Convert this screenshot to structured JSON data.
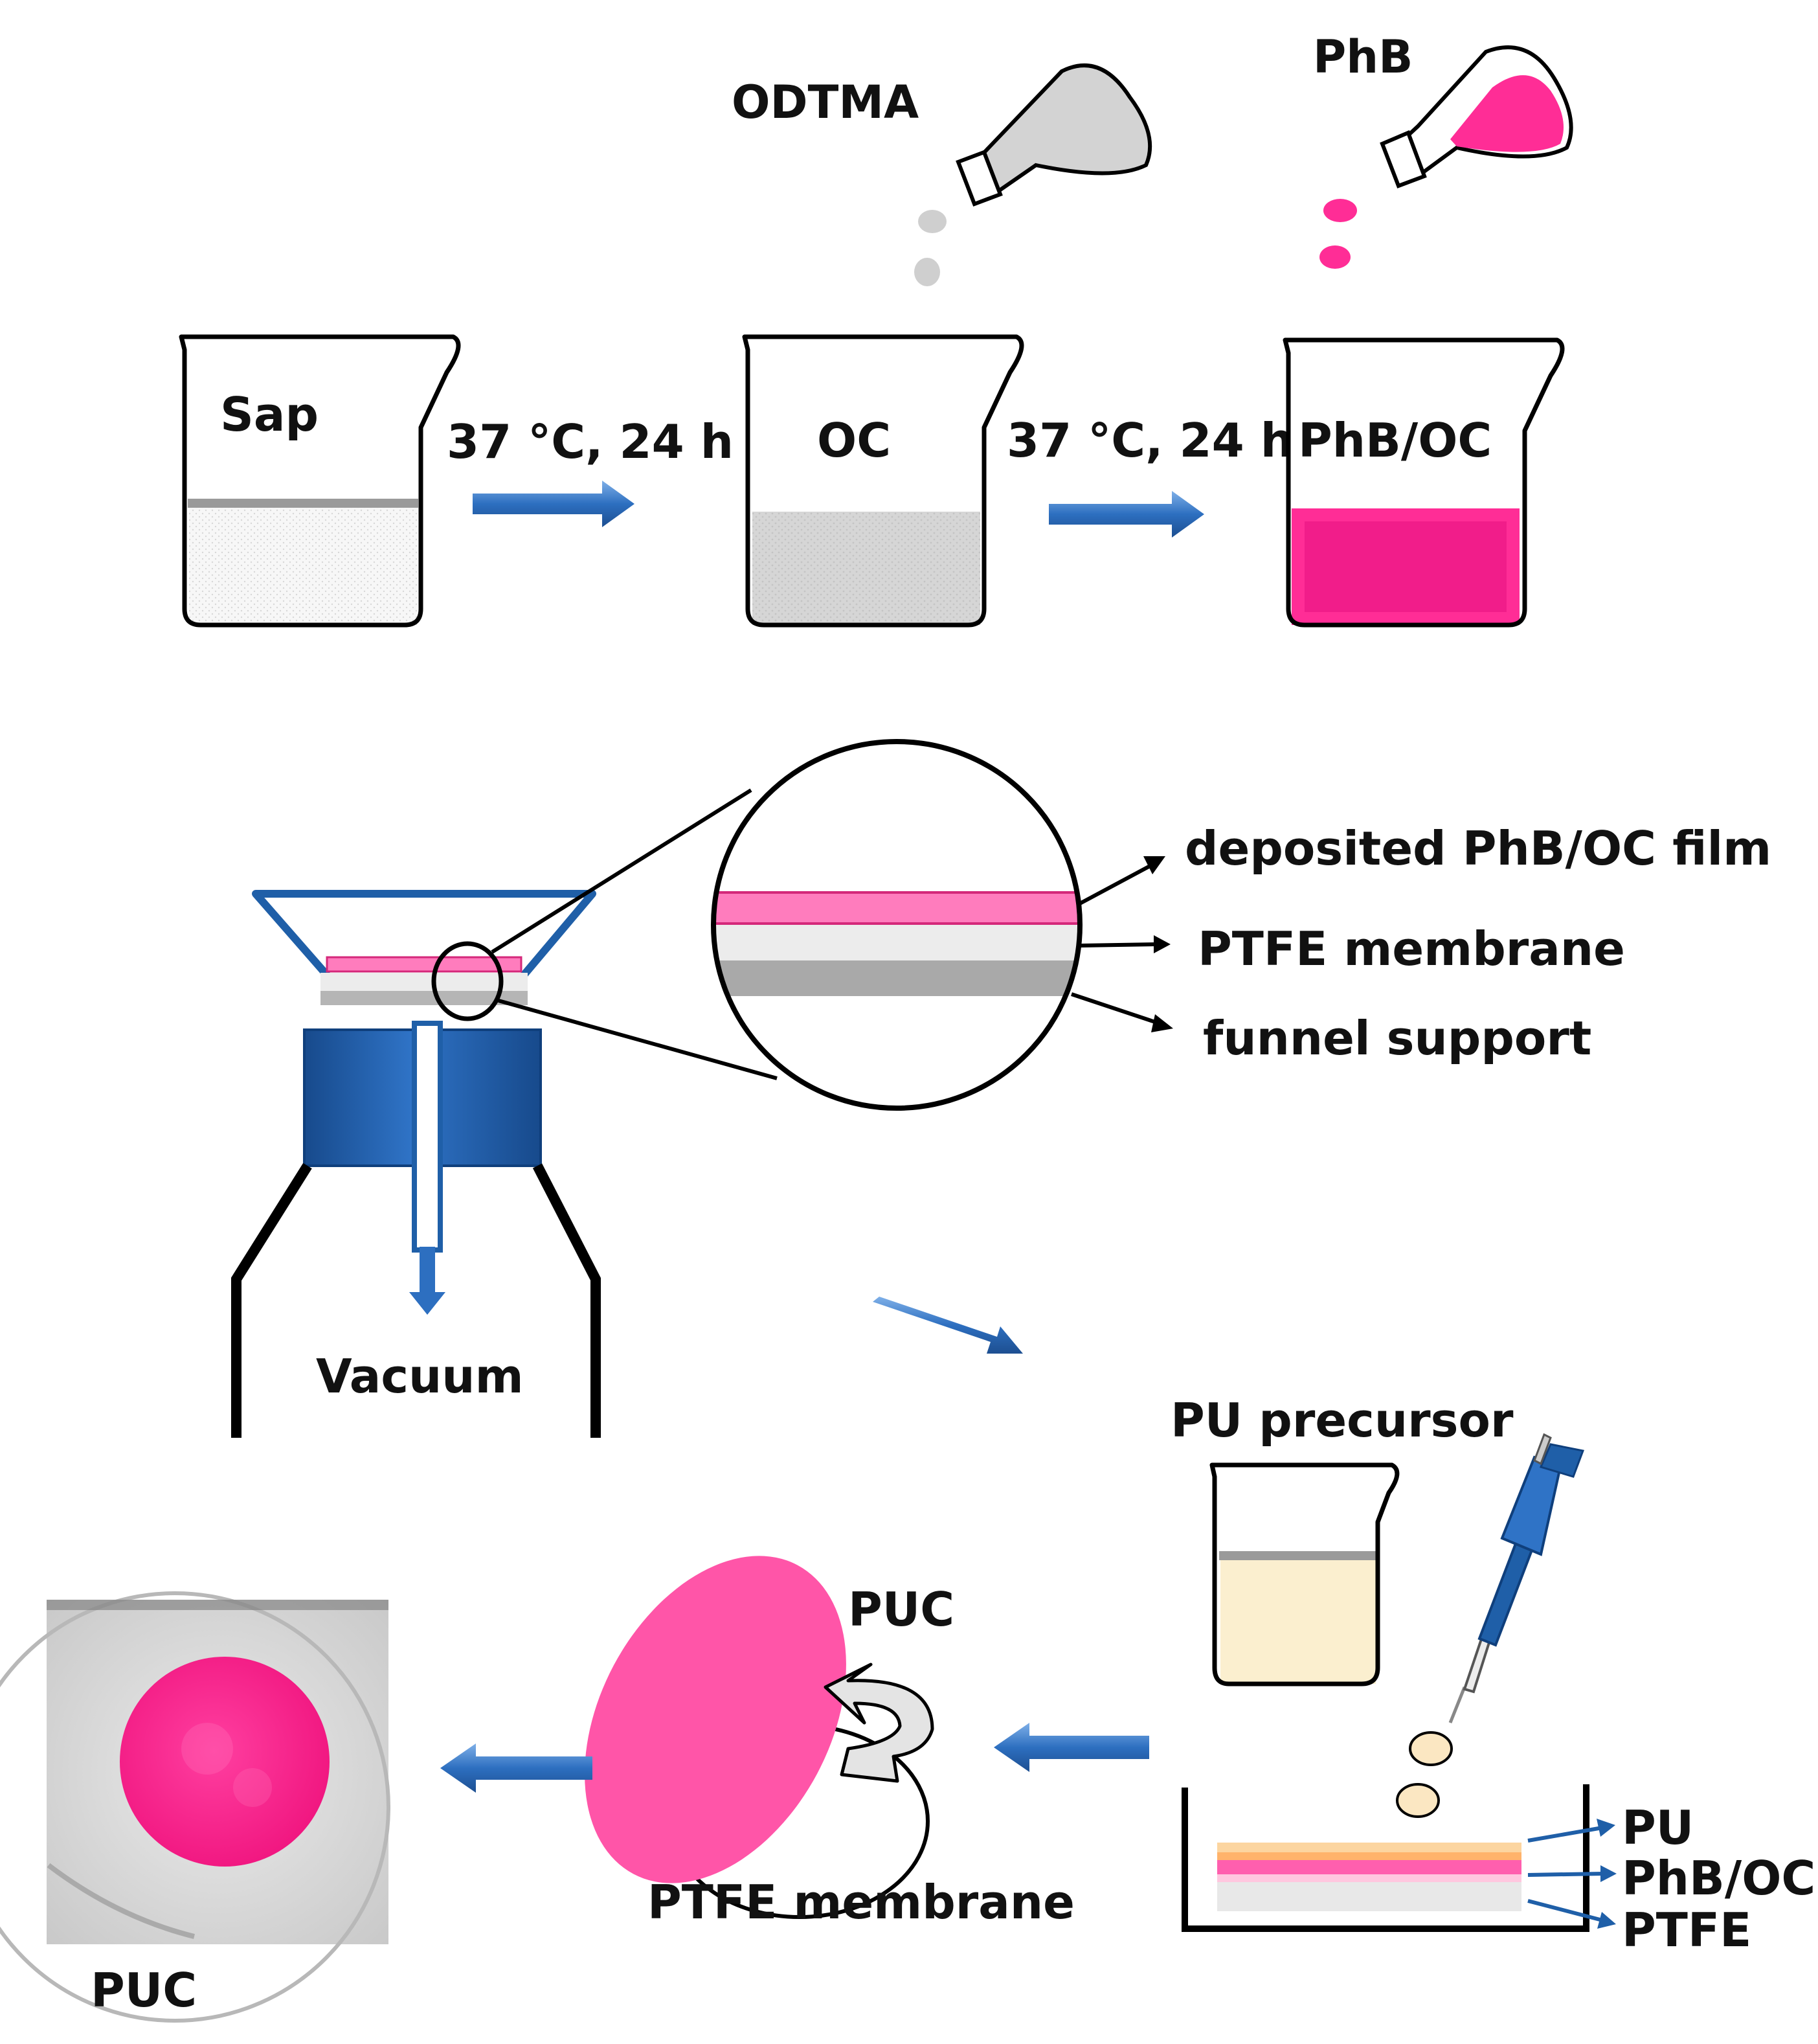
{
  "labels": {
    "odtma": "ODTMA",
    "phb": "PhB",
    "sap": "Sap",
    "cond1": "37 °C, 24 h",
    "oc": "OC",
    "cond2": "37 °C, 24 h",
    "phb_oc": "PhB/OC",
    "deposited_film": "deposited PhB/OC film",
    "ptfe_membrane_zoom": "PTFE membrane",
    "funnel_support": "funnel support",
    "vacuum": "Vacuum",
    "pu_precursor": "PU precursor",
    "layer_pu": "PU",
    "layer_phb_oc": "PhB/OC",
    "layer_ptfe": "PTFE",
    "puc_peel": "PUC",
    "ptfe_membrane_peel": "PTFE membrane",
    "puc_photo": "PUC"
  },
  "colors": {
    "pink": "#ff2d96",
    "light_pink": "#ff7cbd",
    "blue": "#1f5fa8",
    "arrow_blue": "#3b78c4",
    "gray_liquid": "#dcdcdc",
    "cream": "#fbefcf",
    "outline": "#000000"
  },
  "icons": [
    "flask-icon",
    "beaker-icon",
    "pipette-icon",
    "arrow-icon",
    "funnel-icon",
    "petri-dish-photo"
  ]
}
